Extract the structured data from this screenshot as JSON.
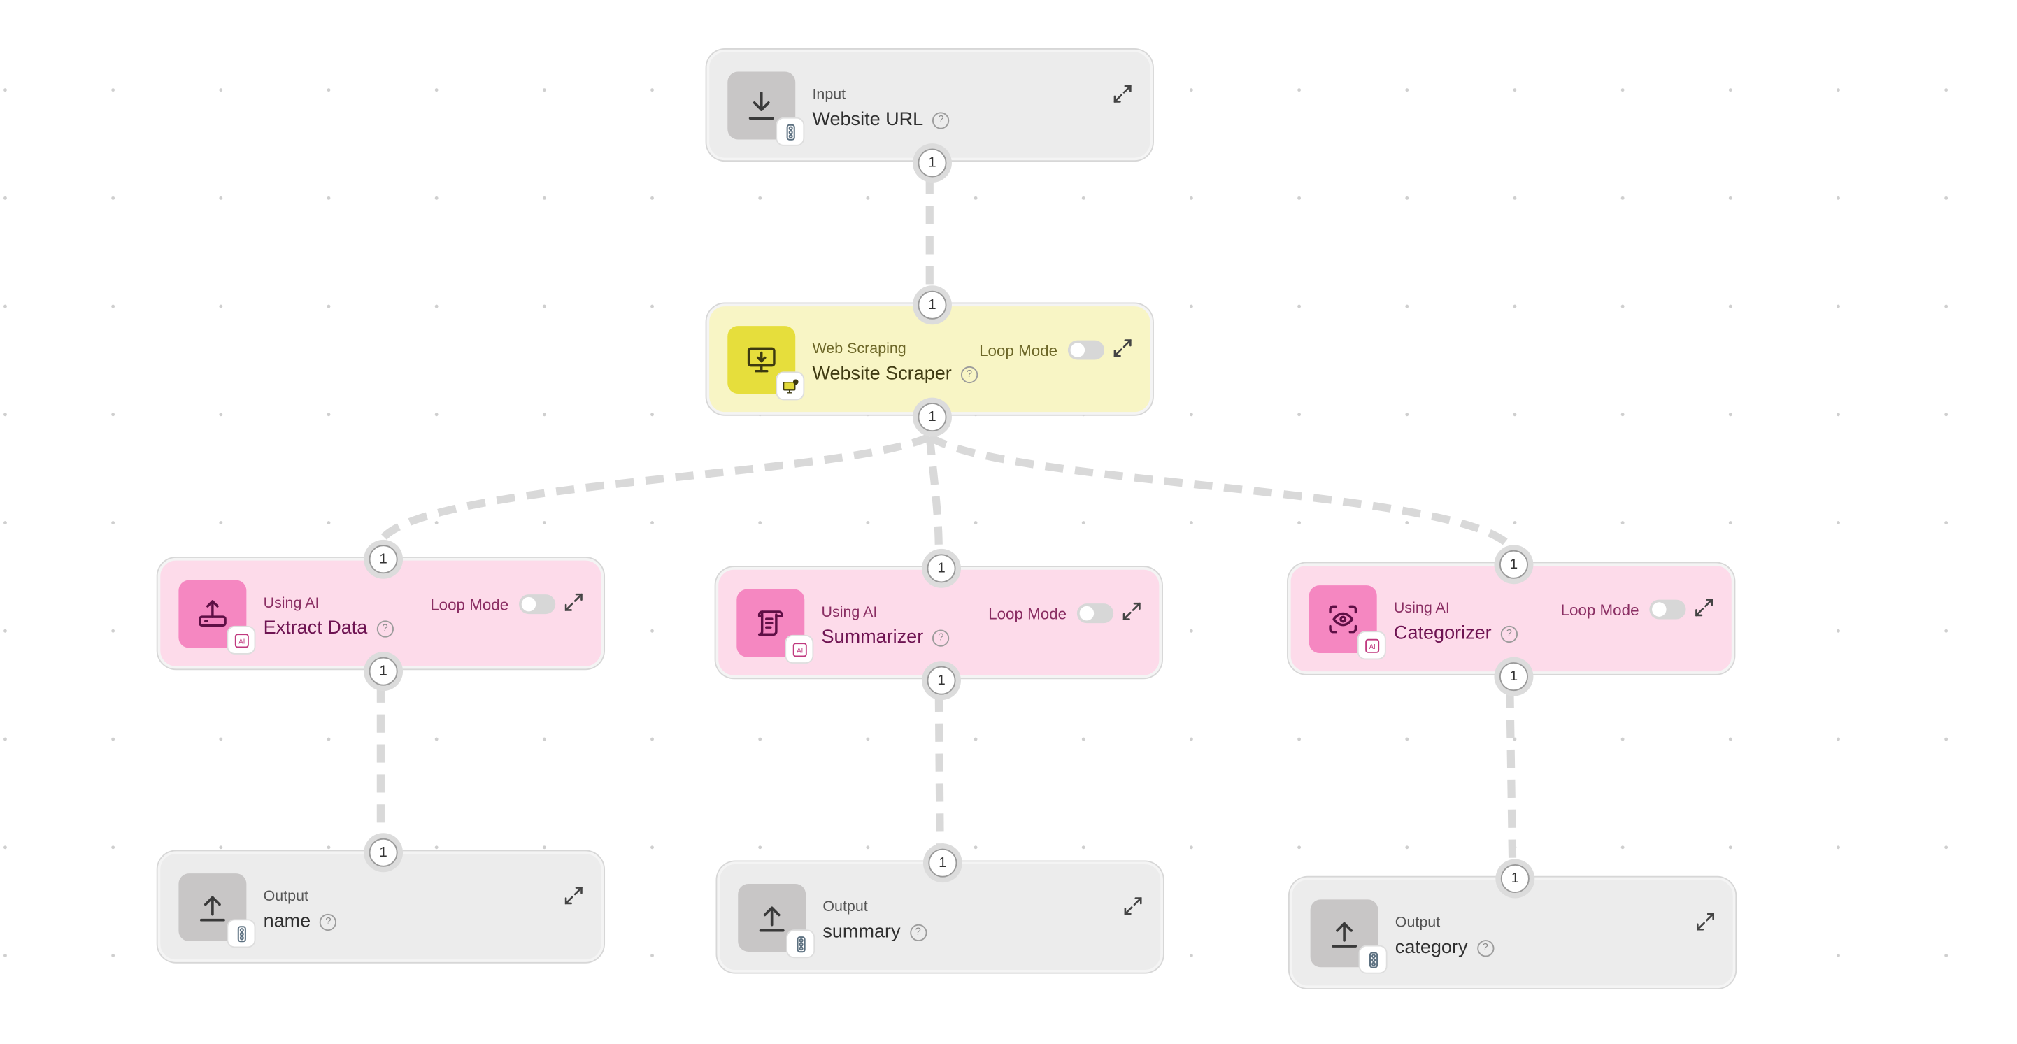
{
  "colors": {
    "canvas": "#ffffff",
    "edge": "#d9d9d9",
    "ai_node": "#fddbea",
    "scrape_node": "#f8f5c5",
    "io_node": "#ececec"
  },
  "toggle_label": "Loop Mode",
  "nodes": [
    {
      "id": "input",
      "category": "Input",
      "title": "Website URL",
      "tile_icon": "download-icon",
      "badge_icon": "traffic-light-icon",
      "has_loop": false,
      "port_top": null,
      "port_bottom": "1"
    },
    {
      "id": "scraper",
      "category": "Web Scraping",
      "title": "Website Scraper",
      "tile_icon": "monitor-download-icon",
      "badge_icon": "monitor-gear-icon",
      "has_loop": true,
      "loop_mode_on": false,
      "port_top": "1",
      "port_bottom": "1"
    },
    {
      "id": "extract",
      "category": "Using AI",
      "title": "Extract Data",
      "tile_icon": "upload-tray-icon",
      "badge_icon": "ai-chip-icon",
      "has_loop": true,
      "loop_mode_on": false,
      "port_top": "1",
      "port_bottom": "1"
    },
    {
      "id": "summarizer",
      "category": "Using AI",
      "title": "Summarizer",
      "tile_icon": "scroll-icon",
      "badge_icon": "ai-chip-icon",
      "has_loop": true,
      "loop_mode_on": false,
      "port_top": "1",
      "port_bottom": "1"
    },
    {
      "id": "categorizer",
      "category": "Using AI",
      "title": "Categorizer",
      "tile_icon": "eye-scan-icon",
      "badge_icon": "ai-chip-icon",
      "has_loop": true,
      "loop_mode_on": false,
      "port_top": "1",
      "port_bottom": "1"
    },
    {
      "id": "out_name",
      "category": "Output",
      "title": "name",
      "tile_icon": "upload-icon",
      "badge_icon": "traffic-light-icon",
      "has_loop": false,
      "port_top": "1",
      "port_bottom": null
    },
    {
      "id": "out_summary",
      "category": "Output",
      "title": "summary",
      "tile_icon": "upload-icon",
      "badge_icon": "traffic-light-icon",
      "has_loop": false,
      "port_top": "1",
      "port_bottom": null
    },
    {
      "id": "out_category",
      "category": "Output",
      "title": "category",
      "tile_icon": "upload-icon",
      "badge_icon": "traffic-light-icon",
      "has_loop": false,
      "port_top": "1",
      "port_bottom": null
    }
  ],
  "connections": [
    {
      "from": "input",
      "to": "scraper"
    },
    {
      "from": "scraper",
      "to": "extract"
    },
    {
      "from": "scraper",
      "to": "summarizer"
    },
    {
      "from": "scraper",
      "to": "categorizer"
    },
    {
      "from": "extract",
      "to": "out_name"
    },
    {
      "from": "summarizer",
      "to": "out_summary"
    },
    {
      "from": "categorizer",
      "to": "out_category"
    }
  ]
}
